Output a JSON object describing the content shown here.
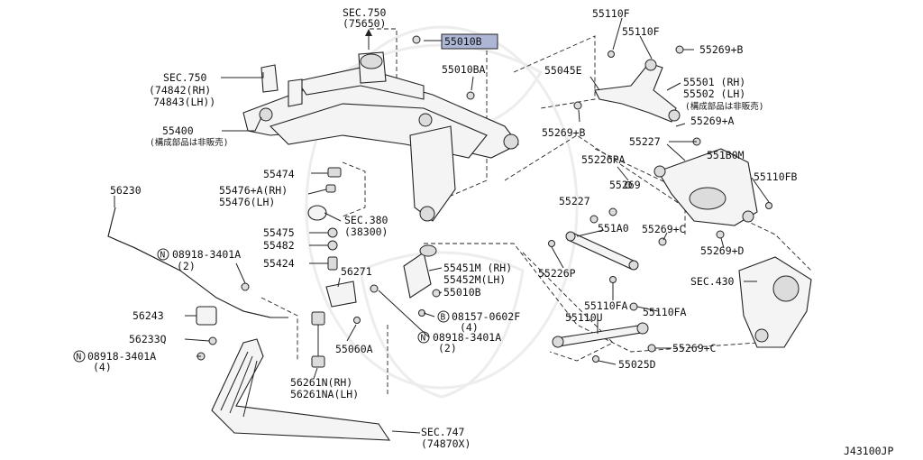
{
  "diagram_id": "J43100JP",
  "highlighted_part": "55010B",
  "colors": {
    "highlight": "#aeb6d6",
    "line": "#222222"
  },
  "labels": {
    "sec750_top": "SEC.750",
    "sec750_top_sub": "(75650)",
    "p55010B_top": "55010B",
    "sec750_left": "SEC.750",
    "sec750_left_rh": "(74842(RH)",
    "sec750_left_lh": "74843(LH))",
    "p55400": "55400",
    "p55400_note": "(構成部品は非販売)",
    "p55010BA": "55010BA",
    "p55110F_a": "55110F",
    "p55110F_b": "55110F",
    "p55045E": "55045E",
    "p55269B_top": "55269+B",
    "p55501": "55501 (RH)",
    "p55502": "55502 (LH)",
    "p55501_note": "(構成部品は非販売)",
    "p55269A": "55269+A",
    "p55269B_mid": "55269+B",
    "p55227_a": "55227",
    "p551B0M": "551B0M",
    "p55226PA": "55226PA",
    "p55110FB": "55110FB",
    "p55269_mid": "55269",
    "p55227_b": "55227",
    "p55474": "55474",
    "p55476A": "55476+A(RH)",
    "p55476": "55476(LH)",
    "sec380": "SEC.380",
    "sec380_sub": "(38300)",
    "p56230": "56230",
    "p55475": "55475",
    "p55482": "55482",
    "p55424": "55424",
    "n08918_a": "08918-3401A",
    "n08918_a_qty": "(2)",
    "p551A0": "551A0",
    "p55269C_a": "55269+C",
    "p55226P": "55226P",
    "p55269D": "55269+D",
    "p55451M": "55451M (RH)",
    "p55452M": "55452M(LH)",
    "p55010B_mid": "55010B",
    "p56271": "56271",
    "sec430": "SEC.430",
    "p55110FA_a": "55110FA",
    "p55110FA_b": "55110FA",
    "p55110U": "55110U",
    "p56243": "56243",
    "b08157": "08157-0602F",
    "b08157_qty": "(4)",
    "p56233Q": "56233Q",
    "n08918_b": "08918-3401A",
    "n08918_b_qty": "(2)",
    "p55060A": "55060A",
    "n08918_c": "08918-3401A",
    "n08918_c_qty": "(4)",
    "p55269C_b": "55269+C",
    "p55025D": "55025D",
    "p56261N": "56261N(RH)",
    "p56261NA": "56261NA(LH)",
    "sec747": "SEC.747",
    "sec747_sub": "(74870X)",
    "n_glyph": "N",
    "b_glyph": "B"
  }
}
